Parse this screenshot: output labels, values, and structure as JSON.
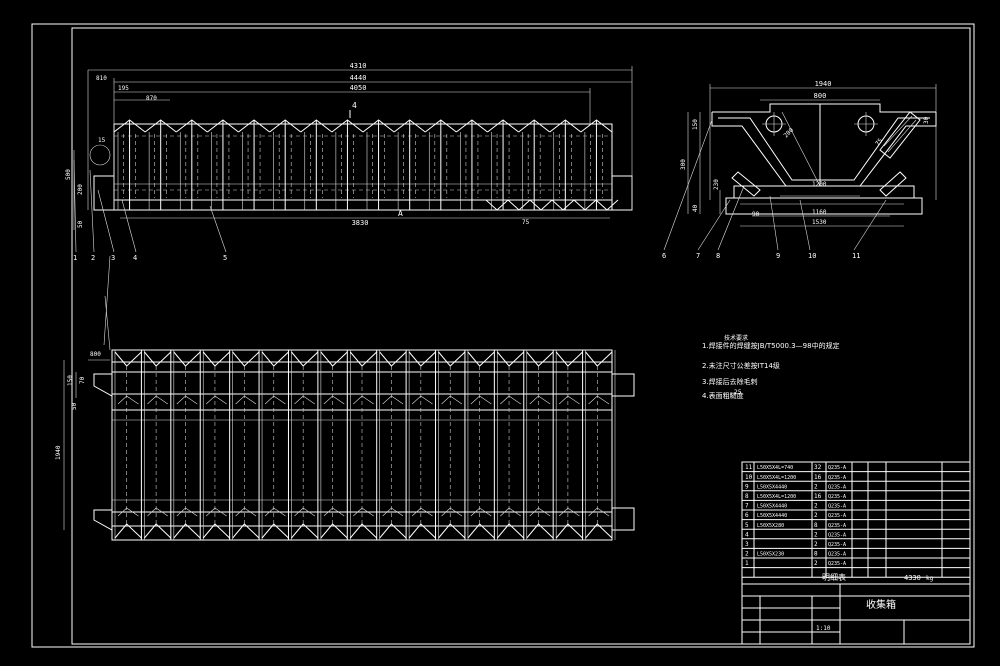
{
  "drawing": {
    "title": "收集箱",
    "scale": "1:10",
    "total_mass": "4330",
    "mass_unit": "kg",
    "bom_header": "明细表"
  },
  "front_view": {
    "dims": {
      "overall": "4310",
      "d4440": "4440",
      "d4050": "4050",
      "d810": "810",
      "d195": "195",
      "d870": "870",
      "d500": "500",
      "d200": "200",
      "d50": "50",
      "d3830": "3830",
      "d75": "75",
      "d15": "15",
      "d4": "4",
      "section_mark": "A"
    },
    "callouts": [
      "1",
      "2",
      "3",
      "4",
      "5"
    ]
  },
  "side_view": {
    "dims": {
      "d1940": "1940",
      "d800": "800",
      "d1200": "1200",
      "d1160": "1160",
      "d1530": "1530",
      "d300": "300",
      "d150": "150",
      "d230": "230",
      "d40": "40",
      "d75": "75",
      "d200": "200",
      "d90": "90",
      "d30": "30"
    },
    "callouts": [
      "6",
      "7",
      "8",
      "9",
      "10",
      "11"
    ]
  },
  "plan_view": {
    "dims": {
      "d800": "800",
      "d150": "150",
      "d70": "70",
      "d50": "50",
      "d1940": "1940"
    }
  },
  "tech_notes": {
    "heading": "技术要求",
    "lines": [
      "1.焊接件的焊缝按JB/T5000.3—98中的规定",
      "2.未注尺寸公差按IT14级",
      "3.焊接后去除毛刺",
      "4.表面粗糙度"
    ],
    "roughness": "25"
  },
  "bom": {
    "rows": [
      {
        "no": "11",
        "spec": "L50X5X4L=740",
        "qty": "32",
        "mat": "Q235-A"
      },
      {
        "no": "10",
        "spec": "L50X5X4L=1200",
        "qty": "16",
        "mat": "Q235-A"
      },
      {
        "no": "9",
        "spec": "L50X5X4440",
        "qty": "2",
        "mat": "Q235-A"
      },
      {
        "no": "8",
        "spec": "L50X5X4L=1200",
        "qty": "16",
        "mat": "Q235-A"
      },
      {
        "no": "7",
        "spec": "L50X5X4440",
        "qty": "2",
        "mat": "Q235-A"
      },
      {
        "no": "6",
        "spec": "L50X5X4440",
        "qty": "2",
        "mat": "Q235-A"
      },
      {
        "no": "5",
        "spec": "L50X5X280",
        "qty": "8",
        "mat": "Q235-A"
      },
      {
        "no": "4",
        "spec": "",
        "qty": "2",
        "mat": "Q235-A"
      },
      {
        "no": "3",
        "spec": "",
        "qty": "2",
        "mat": "Q235-A"
      },
      {
        "no": "2",
        "spec": "L50X5X230",
        "qty": "8",
        "mat": "Q235-A"
      },
      {
        "no": "1",
        "spec": "",
        "qty": "2",
        "mat": "Q235-A"
      }
    ]
  }
}
